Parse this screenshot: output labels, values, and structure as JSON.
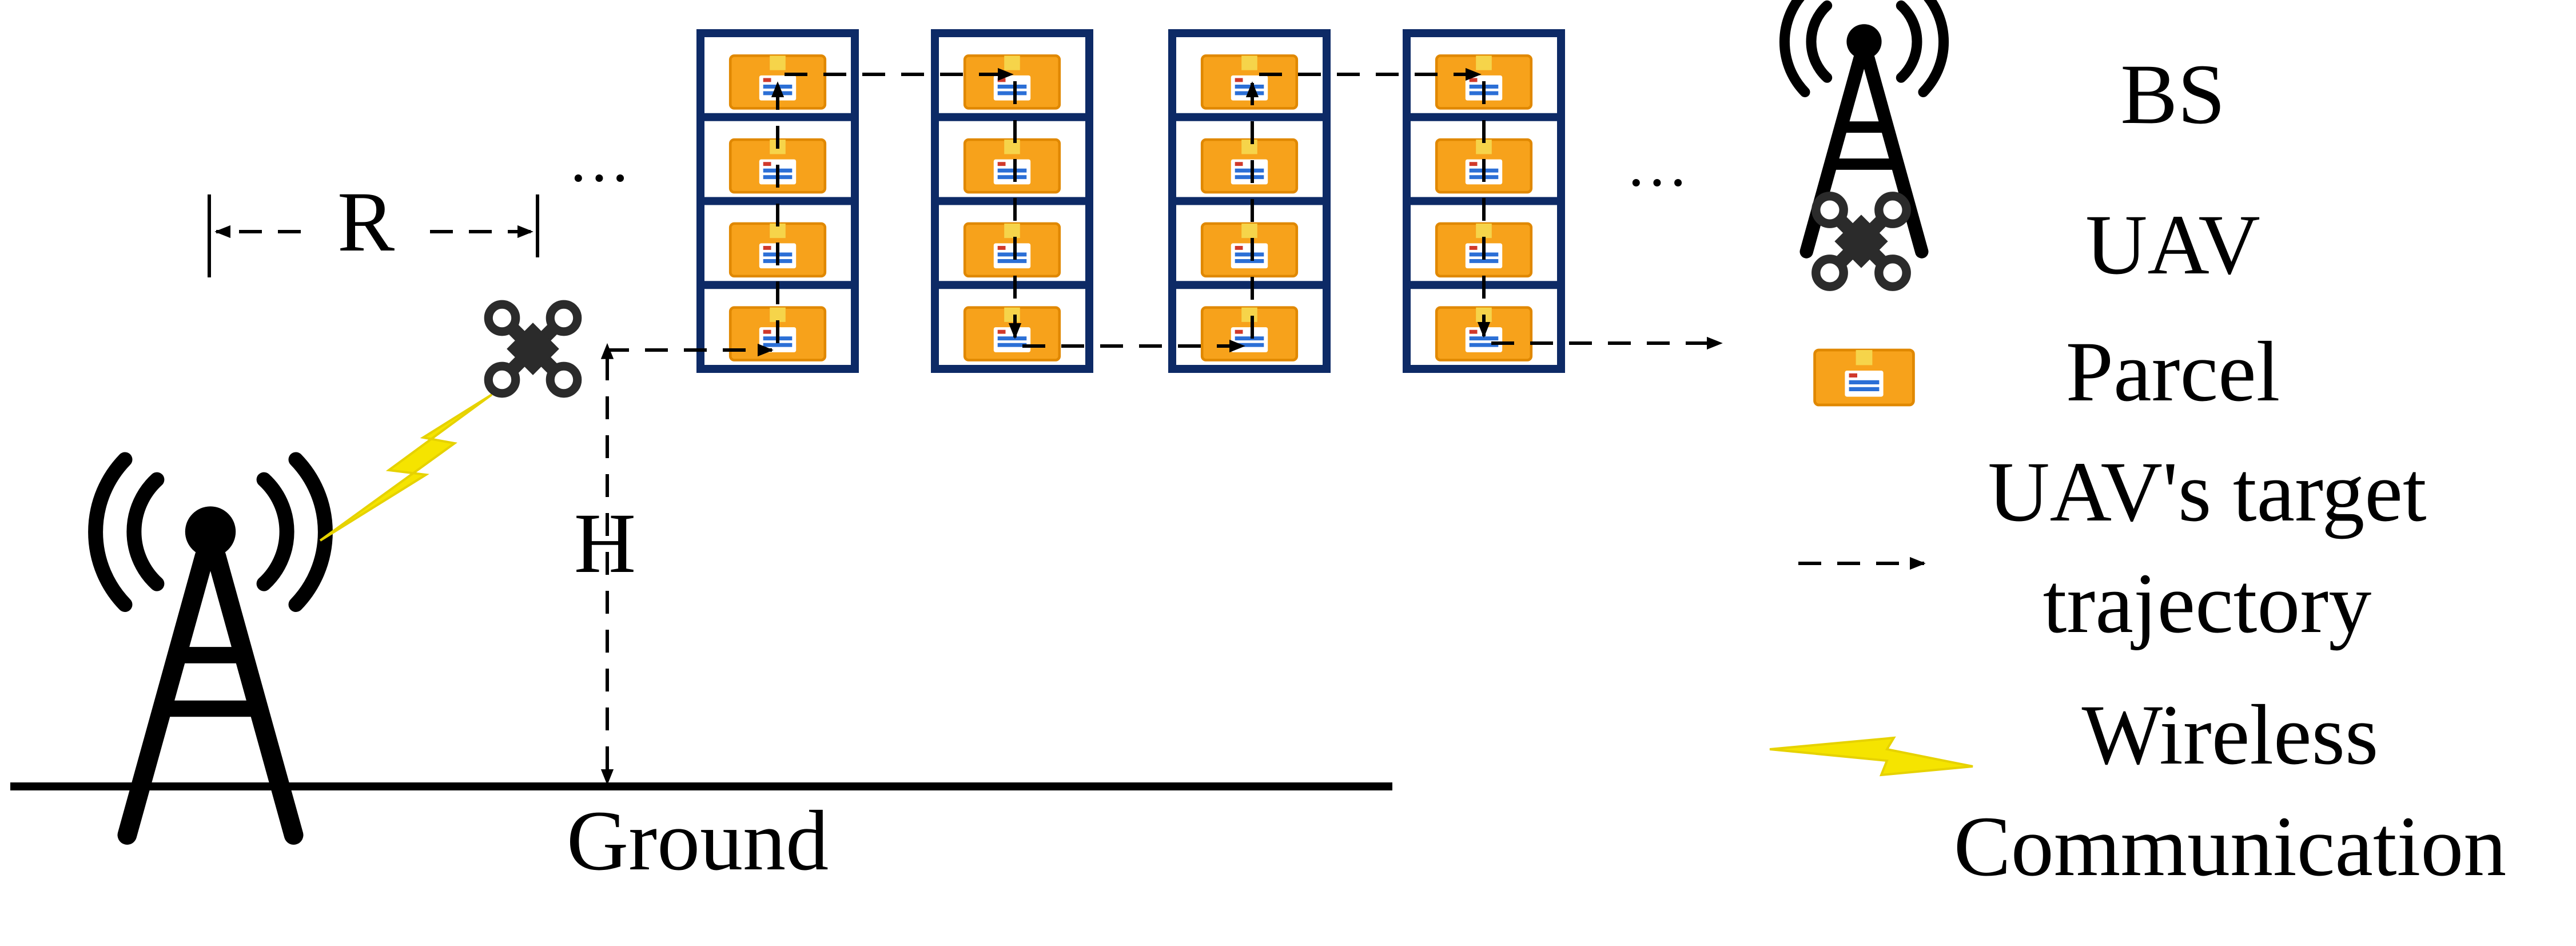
{
  "labels": {
    "range": "R",
    "height": "H",
    "ground": "Ground",
    "ellipsis_left": "···",
    "ellipsis_right": "···"
  },
  "legend": {
    "bs": "BS",
    "uav": "UAV",
    "parcel": "Parcel",
    "trajectory_line1": "UAV's target",
    "trajectory_line2": "trajectory",
    "wireless_line1": "Wireless",
    "wireless_line2": "Communication"
  },
  "icons": {
    "base_station": "antenna-tower-icon",
    "uav": "quadcopter-icon",
    "parcel": "parcel-box-icon",
    "wireless": "lightning-bolt-icon"
  },
  "colors": {
    "shelf": "#0d2a66",
    "parcel": "#f7a21b",
    "parcel_tag": "#f6d44a",
    "label_blue": "#2b6fd6",
    "label_red": "#d0392b",
    "wireless": "#f5e400",
    "ink": "#000000"
  },
  "shelves": {
    "count": 4,
    "levels": 4
  }
}
